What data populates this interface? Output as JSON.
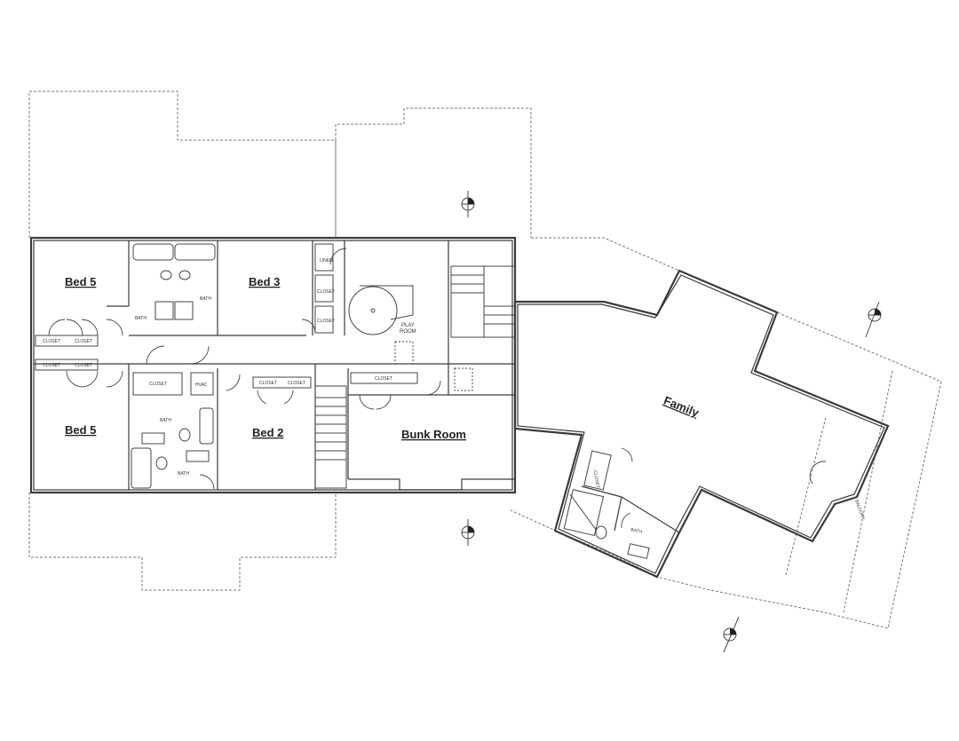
{
  "rooms": {
    "bed5_top": "Bed 5",
    "bed3": "Bed 3",
    "bed5_bottom": "Bed 5",
    "bed2": "Bed 2",
    "bunk_room": "Bunk Room",
    "family": "Family",
    "play_room_line1": "PLAY",
    "play_room_line2": "ROOM",
    "bath": "BATH",
    "closet": "CLOSET",
    "hvac": "HVAC",
    "linen": "LINEN",
    "balcony": "BALCONY"
  },
  "markers": {
    "count": 4,
    "icon": "section-marker-icon"
  }
}
